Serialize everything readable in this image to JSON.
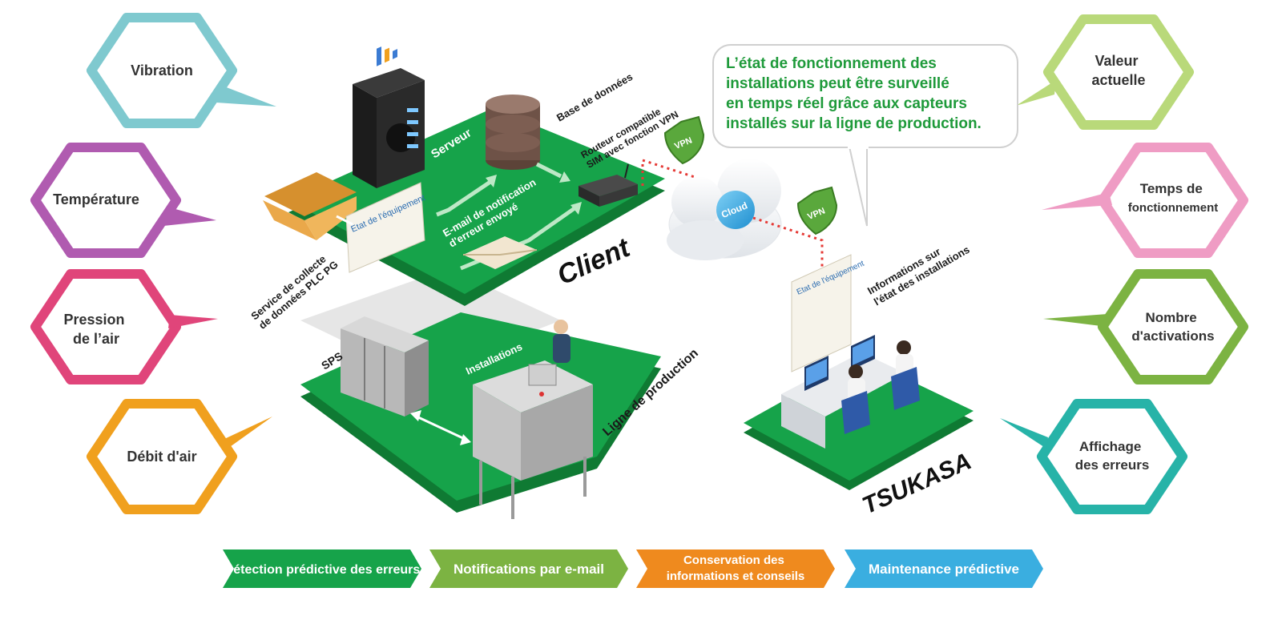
{
  "colors": {
    "platform_green": "#16a34a",
    "platform_dark": "#0f7a33",
    "callout_text": "#1e9a3a",
    "vpn_green": "#5aa83c"
  },
  "left_hexagons": [
    {
      "id": "vibration",
      "lines": [
        "Vibration"
      ],
      "color": "#7fc9cf"
    },
    {
      "id": "temperature",
      "lines": [
        "Température"
      ],
      "color": "#b05bb0"
    },
    {
      "id": "air-pressure",
      "lines": [
        "Pression",
        "de l’air"
      ],
      "color": "#e0457a"
    },
    {
      "id": "air-flow",
      "lines": [
        "Débit d'air"
      ],
      "color": "#f0a01e"
    }
  ],
  "right_hexagons": [
    {
      "id": "current-value",
      "lines": [
        "Valeur",
        "actuelle"
      ],
      "color": "#b9d97a"
    },
    {
      "id": "operating-time",
      "lines": [
        "Temps de",
        "fonctionnement"
      ],
      "color": "#ef9cc4"
    },
    {
      "id": "activations",
      "lines": [
        "Nombre",
        "d'activations"
      ],
      "color": "#7cb342"
    },
    {
      "id": "error-display",
      "lines": [
        "Affichage",
        "des erreurs"
      ],
      "color": "#27b3a8"
    }
  ],
  "callout": {
    "lines": [
      "L’état de fonctionnement des",
      "installations peut être surveillé",
      "en temps réel grâce aux capteurs",
      "installés sur la ligne de production."
    ]
  },
  "labels": {
    "server": "Serveur",
    "database": "Base de données",
    "router": [
      "Routeur compatible",
      "SIM avec fonction VPN"
    ],
    "email": [
      "E-mail de notification",
      "d'erreur envoyé"
    ],
    "equipment_doc": "Etat de l'équipement",
    "client": "Client",
    "collector": [
      "Service de collecte",
      "de données PLC PG"
    ],
    "sps": "SPS",
    "installations": "Installations",
    "production_line": "Ligne de production",
    "cloud": "Cloud",
    "vpn": "VPN",
    "info": [
      "Informations sur",
      "l'état des installations"
    ],
    "tsukasa": "TSUKASA"
  },
  "steps": [
    {
      "id": "step-predictive-detection",
      "lines": [
        "Détection prédictive des erreurs"
      ],
      "color": "#16a34a"
    },
    {
      "id": "step-email",
      "lines": [
        "Notifications par e-mail"
      ],
      "color": "#7cb342"
    },
    {
      "id": "step-conservation",
      "lines": [
        "Conservation des",
        "informations et conseils"
      ],
      "color": "#ef8a1e"
    },
    {
      "id": "step-maintenance",
      "lines": [
        "Maintenance prédictive"
      ],
      "color": "#3aaee0"
    }
  ]
}
